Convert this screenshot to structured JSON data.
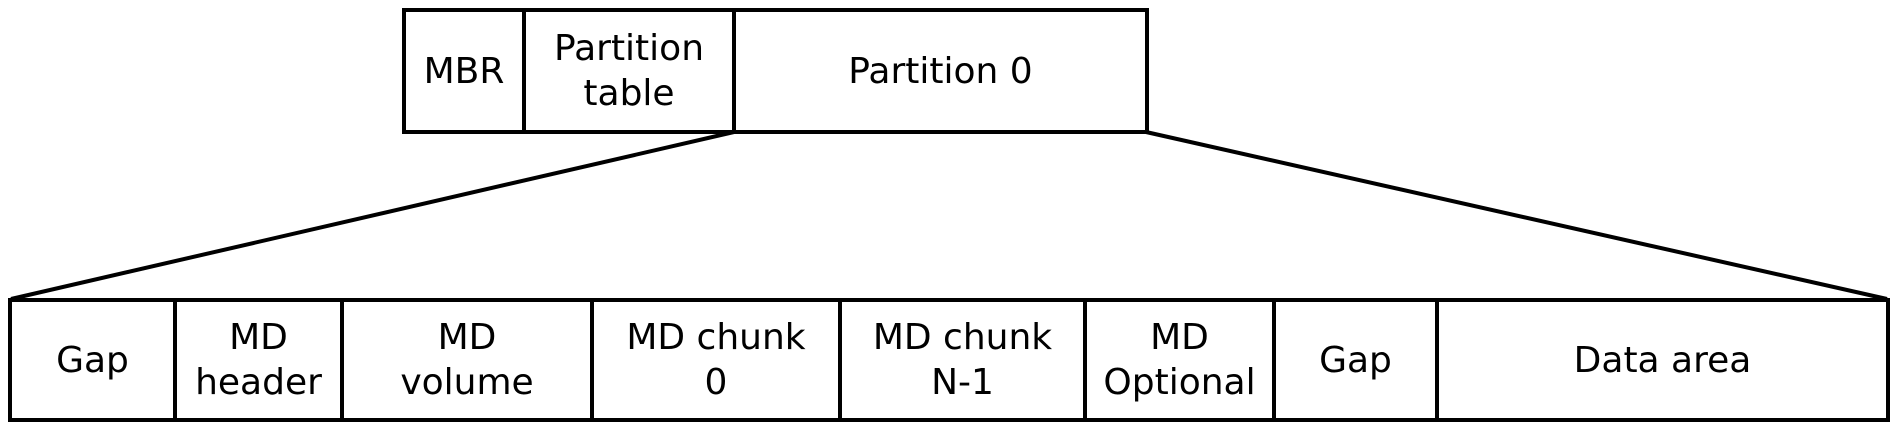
{
  "diagram": {
    "title": "disk-layout-diagram",
    "top_row": {
      "cells": [
        {
          "id": "mbr",
          "label": "MBR"
        },
        {
          "id": "partition-table",
          "label": "Partition\ntable"
        },
        {
          "id": "partition-0",
          "label": "Partition 0"
        }
      ]
    },
    "bottom_row": {
      "cells": [
        {
          "id": "gap-left",
          "label": "Gap"
        },
        {
          "id": "md-header",
          "label": "MD\nheader"
        },
        {
          "id": "md-volume",
          "label": "MD\nvolume"
        },
        {
          "id": "md-chunk-0",
          "label": "MD chunk\n0"
        },
        {
          "id": "md-chunk-n1",
          "label": "MD chunk\nN-1"
        },
        {
          "id": "md-optional",
          "label": "MD\nOptional"
        },
        {
          "id": "gap-right",
          "label": "Gap"
        },
        {
          "id": "data-area",
          "label": "Data area"
        }
      ]
    },
    "colors": {
      "background": "#ffffff",
      "line": "#000000",
      "text": "#000000"
    }
  }
}
